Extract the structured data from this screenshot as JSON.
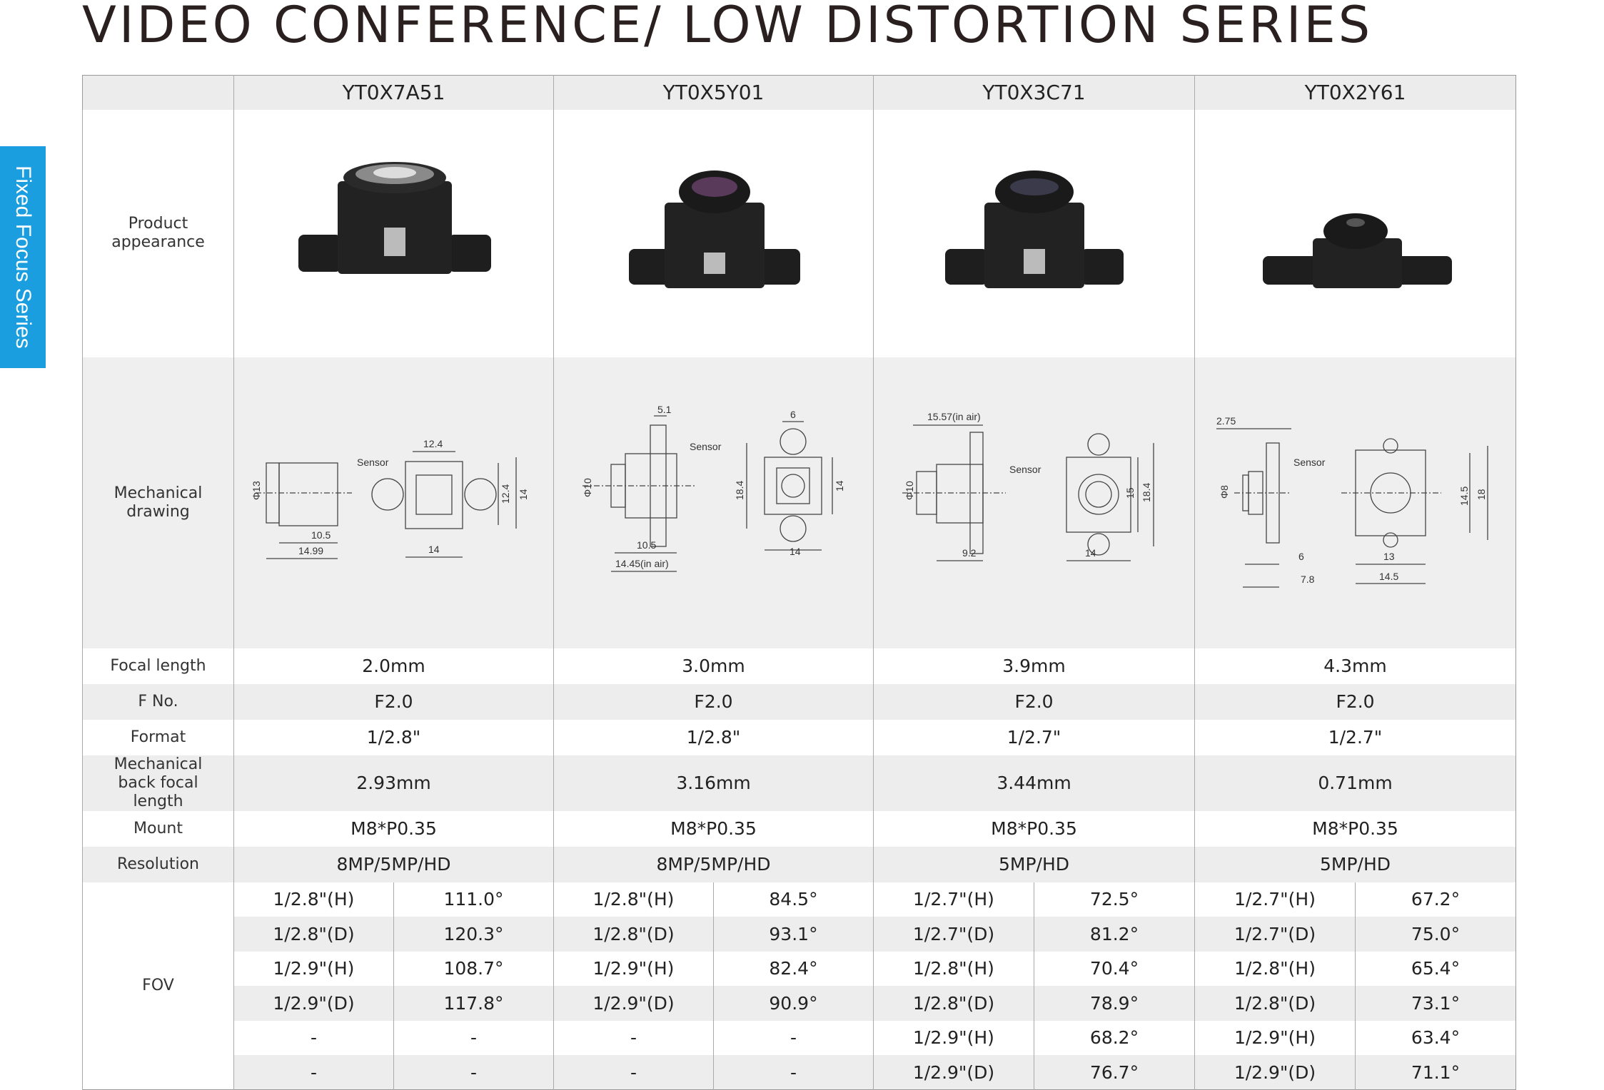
{
  "title": "VIDEO CONFERENCE/ LOW DISTORTION SERIES",
  "side_tab": "Fixed Focus Series",
  "labels": {
    "appearance": "Product appearance",
    "drawing": "Mechanical drawing",
    "focal": "Focal length",
    "fno": "F No.",
    "format": "Format",
    "mbfl": "Mechanical back focal length",
    "mount": "Mount",
    "resolution": "Resolution",
    "fov": "FOV"
  },
  "models": [
    {
      "name": "YT0X7A51",
      "focal": "2.0mm",
      "fno": "F2.0",
      "format": "1/2.8\"",
      "mbfl": "2.93mm",
      "mount": "M8*P0.35",
      "resolution": "8MP/5MP/HD",
      "fov": [
        [
          "1/2.8\"(H)",
          "111.0°"
        ],
        [
          "1/2.8\"(D)",
          "120.3°"
        ],
        [
          "1/2.9\"(H)",
          "108.7°"
        ],
        [
          "1/2.9\"(D)",
          "117.8°"
        ],
        [
          "-",
          "-"
        ],
        [
          "-",
          "-"
        ]
      ],
      "drawing": {
        "sensor": "Sensor",
        "d": "Φ13",
        "a": "12.4",
        "b": "12.4",
        "c": "14",
        "e": "10.5",
        "f": "14.99",
        "g": "14"
      }
    },
    {
      "name": "YT0X5Y01",
      "focal": "3.0mm",
      "fno": "F2.0",
      "format": "1/2.8\"",
      "mbfl": "3.16mm",
      "mount": "M8*P0.35",
      "resolution": "8MP/5MP/HD",
      "fov": [
        [
          "1/2.8\"(H)",
          "84.5°"
        ],
        [
          "1/2.8\"(D)",
          "93.1°"
        ],
        [
          "1/2.9\"(H)",
          "82.4°"
        ],
        [
          "1/2.9\"(D)",
          "90.9°"
        ],
        [
          "-",
          "-"
        ],
        [
          "-",
          "-"
        ]
      ],
      "drawing": {
        "sensor": "Sensor",
        "d": "Φ10",
        "a": "5.1",
        "b": "18.4",
        "c": "14",
        "h": "6",
        "e": "10.5",
        "f": "14.45(in air)",
        "g": "14"
      }
    },
    {
      "name": "YT0X3C71",
      "focal": "3.9mm",
      "fno": "F2.0",
      "format": "1/2.7\"",
      "mbfl": "3.44mm",
      "mount": "M8*P0.35",
      "resolution": "5MP/HD",
      "fov": [
        [
          "1/2.7\"(H)",
          "72.5°"
        ],
        [
          "1/2.7\"(D)",
          "81.2°"
        ],
        [
          "1/2.8\"(H)",
          "70.4°"
        ],
        [
          "1/2.8\"(D)",
          "78.9°"
        ],
        [
          "1/2.9\"(H)",
          "68.2°"
        ],
        [
          "1/2.9\"(D)",
          "76.7°"
        ]
      ],
      "drawing": {
        "sensor": "Sensor",
        "d": "Φ10",
        "a": "15.57(in air)",
        "b": "15",
        "c": "18.4",
        "e": "9.2",
        "g": "14"
      }
    },
    {
      "name": "YT0X2Y61",
      "focal": "4.3mm",
      "fno": "F2.0",
      "format": "1/2.7\"",
      "mbfl": "0.71mm",
      "mount": "M8*P0.35",
      "resolution": "5MP/HD",
      "fov": [
        [
          "1/2.7\"(H)",
          "67.2°"
        ],
        [
          "1/2.7\"(D)",
          "75.0°"
        ],
        [
          "1/2.8\"(H)",
          "65.4°"
        ],
        [
          "1/2.8\"(D)",
          "73.1°"
        ],
        [
          "1/2.9\"(H)",
          "63.4°"
        ],
        [
          "1/2.9\"(D)",
          "71.1°"
        ]
      ],
      "drawing": {
        "sensor": "Sensor",
        "d": "Φ8",
        "a": "2.75",
        "b": "14.5",
        "c": "18",
        "h": "6",
        "e": "7.8",
        "f": "13",
        "g": "14.5"
      }
    }
  ]
}
